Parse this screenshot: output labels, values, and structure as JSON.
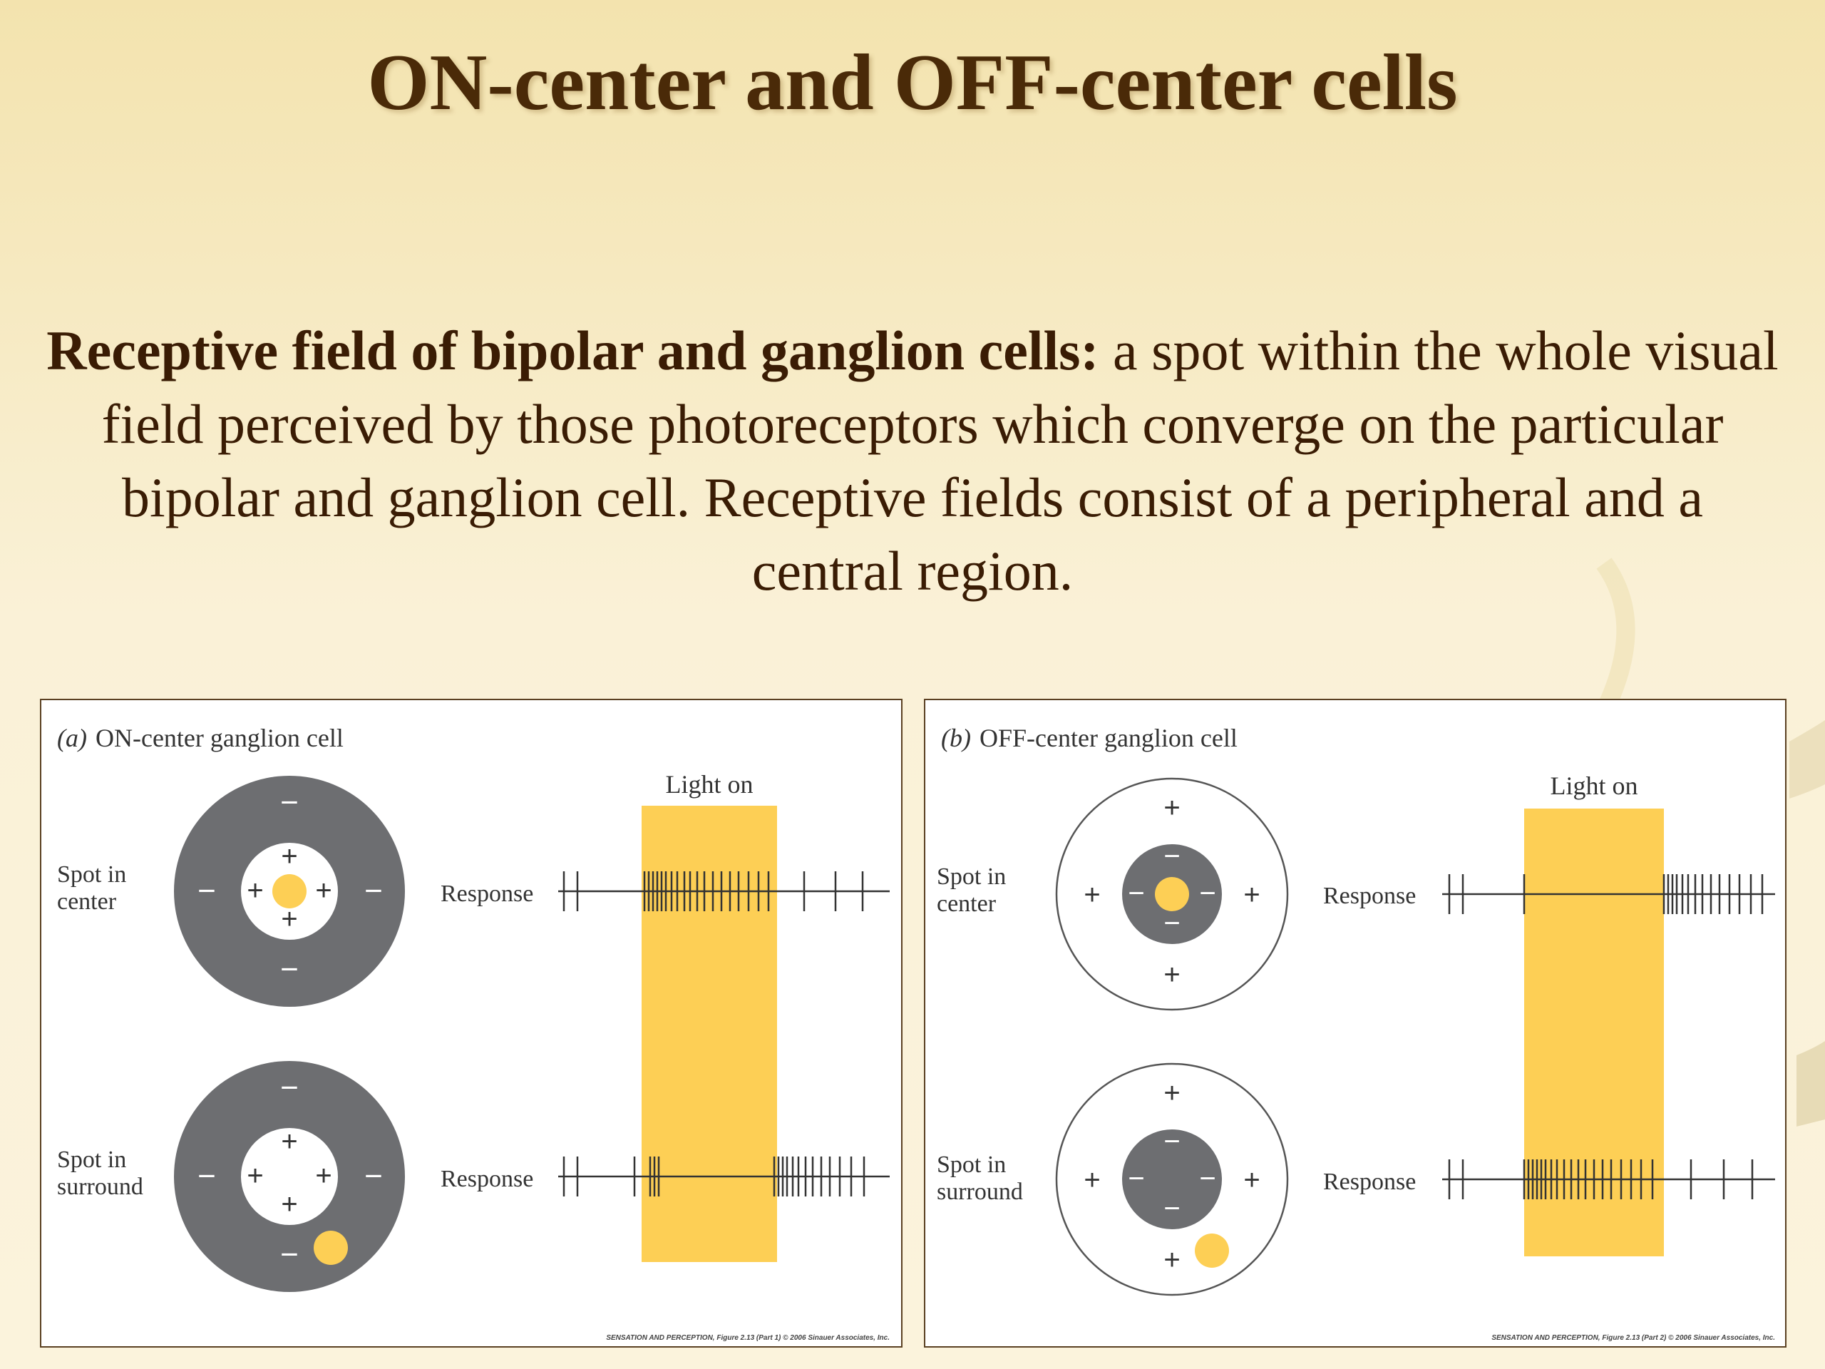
{
  "slide": {
    "title": "ON-center and OFF-center cells",
    "definition_term": "Receptive field of bipolar and ganglion cells:",
    "definition_text": " a spot within the whole visual field perceived by those photoreceptors which converge on the particular bipolar and ganglion cell. Receptive fields consist of a peripheral and a central region."
  },
  "colors": {
    "title": "#4a2a08",
    "text": "#3a1c04",
    "gray": "#6d6e71",
    "yellow": "#fdcf55",
    "light_band": "#fdcf55"
  },
  "symbols": {
    "plus": "+",
    "minus": "−"
  },
  "panels": [
    {
      "id": "a",
      "letter": "(a)",
      "heading": "ON-center ganglion cell",
      "light_label": "Light on",
      "response_label": "Response",
      "credit": "SENSATION AND PERCEPTION, Figure 2.13 (Part 1) © 2006 Sinauer Associates, Inc.",
      "rows": [
        {
          "label_line1": "Spot in",
          "label_line2": "center",
          "center_sign": "+",
          "surround_sign": "−",
          "spot": "center"
        },
        {
          "label_line1": "Spot in",
          "label_line2": "surround",
          "center_sign": "+",
          "surround_sign": "−",
          "spot": "surround"
        }
      ]
    },
    {
      "id": "b",
      "letter": "(b)",
      "heading": "OFF-center ganglion cell",
      "light_label": "Light on",
      "response_label": "Response",
      "credit": "SENSATION AND PERCEPTION, Figure 2.13 (Part 2) © 2006 Sinauer Associates, Inc.",
      "rows": [
        {
          "label_line1": "Spot in",
          "label_line2": "center",
          "center_sign": "−",
          "surround_sign": "+",
          "spot": "center"
        },
        {
          "label_line1": "Spot in",
          "label_line2": "surround",
          "center_sign": "−",
          "surround_sign": "+",
          "spot": "surround"
        }
      ]
    }
  ]
}
